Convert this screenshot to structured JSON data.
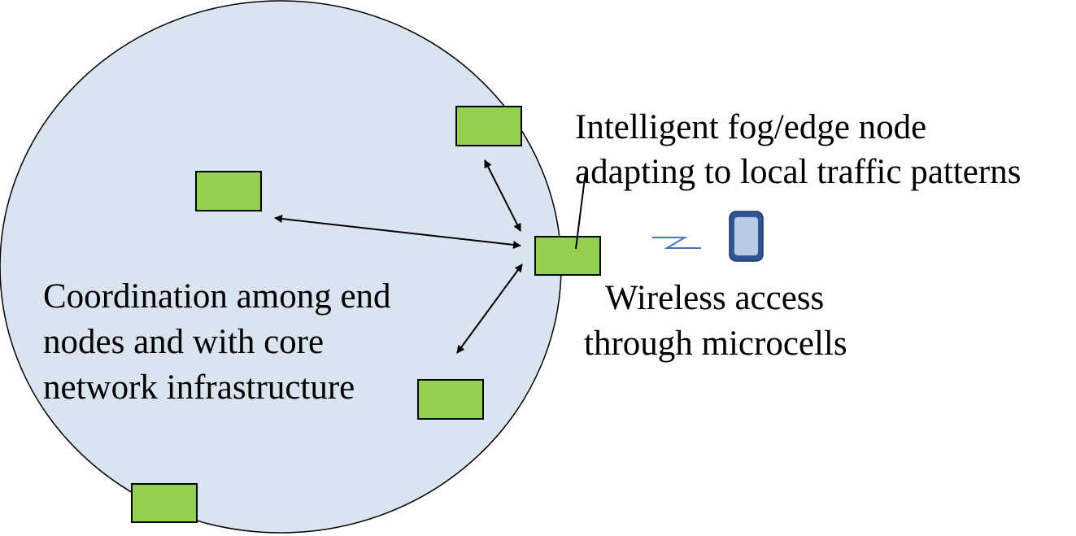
{
  "colors": {
    "background": "#ffffff",
    "network_area_fill": "#dae3f0",
    "node_fill": "#92d050",
    "outline": "#000000",
    "wireless_link": "#4472c4",
    "device_fill": "#b8cce4",
    "device_stroke": "#2f5597"
  },
  "icons": {
    "wireless_link": "zigzag-signal-icon",
    "device": "mobile-phone-icon"
  },
  "labels": {
    "fog_node": {
      "line1": "Intelligent fog/edge node",
      "line2": "adapting to local traffic patterns"
    },
    "wireless": {
      "line1": "Wireless access",
      "line2": "through microcells"
    },
    "coordination": {
      "line1": "Coordination among end",
      "line2": "nodes and with core",
      "line3": "network infrastructure"
    }
  }
}
